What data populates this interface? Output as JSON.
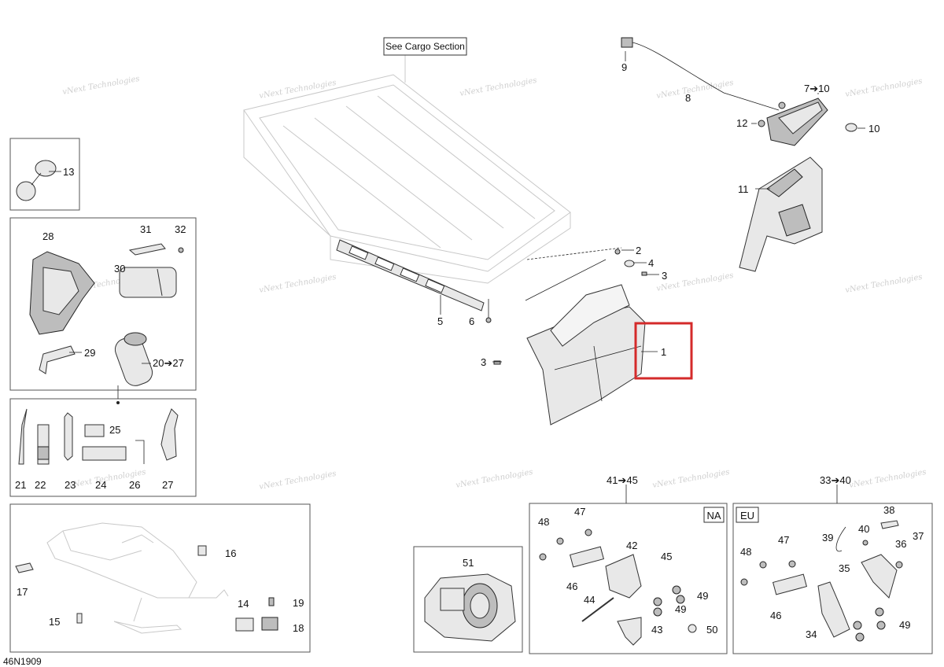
{
  "diagram_id": "46N1909",
  "cargo_button": "See Cargo Section",
  "highlight_color": "#d42a2a",
  "box_labels": {
    "na": "NA",
    "eu": "EU"
  },
  "watermark": {
    "line1": "vNext",
    "line2": "Technologies",
    "full": "vNext Technologies"
  },
  "callouts": {
    "c1": "1",
    "c2": "2",
    "c3a": "3",
    "c3b": "3",
    "c4": "4",
    "c5": "5",
    "c6": "6",
    "c7_10": "7➔10",
    "c9": "9",
    "c10": "10",
    "c11": "11",
    "c12": "12",
    "c13": "13",
    "c14": "14",
    "c15": "15",
    "c16": "16",
    "c17": "17",
    "c18": "18",
    "c19": "19",
    "c20_27": "20➔27",
    "c21": "21",
    "c22": "22",
    "c23": "23",
    "c24": "24",
    "c25": "25",
    "c26": "26",
    "c27": "27",
    "c28": "28",
    "c29": "29",
    "c30": "30",
    "c31": "31",
    "c32": "32",
    "c33_40": "33➔40",
    "c34": "34",
    "c35": "35",
    "c36": "36",
    "c37": "37",
    "c38": "38",
    "c39": "39",
    "c40": "40",
    "c41_45": "41➔45",
    "c42": "42",
    "c43": "43",
    "c44": "44",
    "c45": "45",
    "c46na": "46",
    "c46eu": "46",
    "c47na": "47",
    "c47eu": "47",
    "c48na": "48",
    "c48eu": "48",
    "c49na_a": "49",
    "c49na_b": "49",
    "c49eu": "49",
    "c50": "50",
    "c51": "51",
    "c8": "8"
  }
}
